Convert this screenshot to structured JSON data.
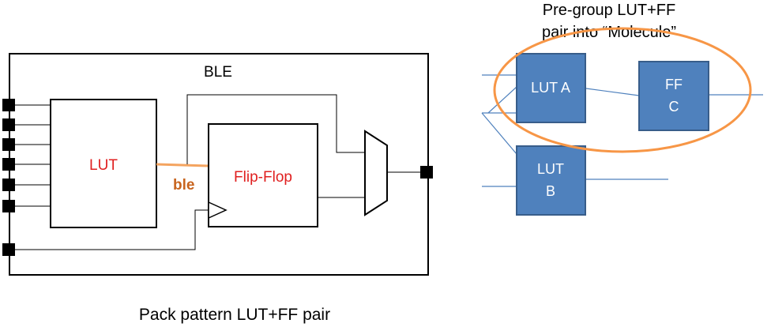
{
  "left": {
    "ble_label": "BLE",
    "lut_label": "LUT",
    "ff_label": "Flip-Flop",
    "ble_tag": "ble",
    "caption": "Pack pattern LUT+FF pair"
  },
  "right": {
    "title_line1": "Pre-group LUT+FF",
    "title_line2": "pair into “Molecule”",
    "lut_a": "LUT A",
    "ff_c_line1": "FF",
    "ff_c_line2": "C",
    "lut_b_line1": "LUT",
    "lut_b_line2": "B"
  },
  "colors": {
    "block_fill": "#4f81bd",
    "block_stroke": "#385d8a",
    "ellipse": "#f79646",
    "wire_blue": "#4f81bd",
    "ble_highlight": "#f4a460",
    "lut_text": "#e02020"
  }
}
